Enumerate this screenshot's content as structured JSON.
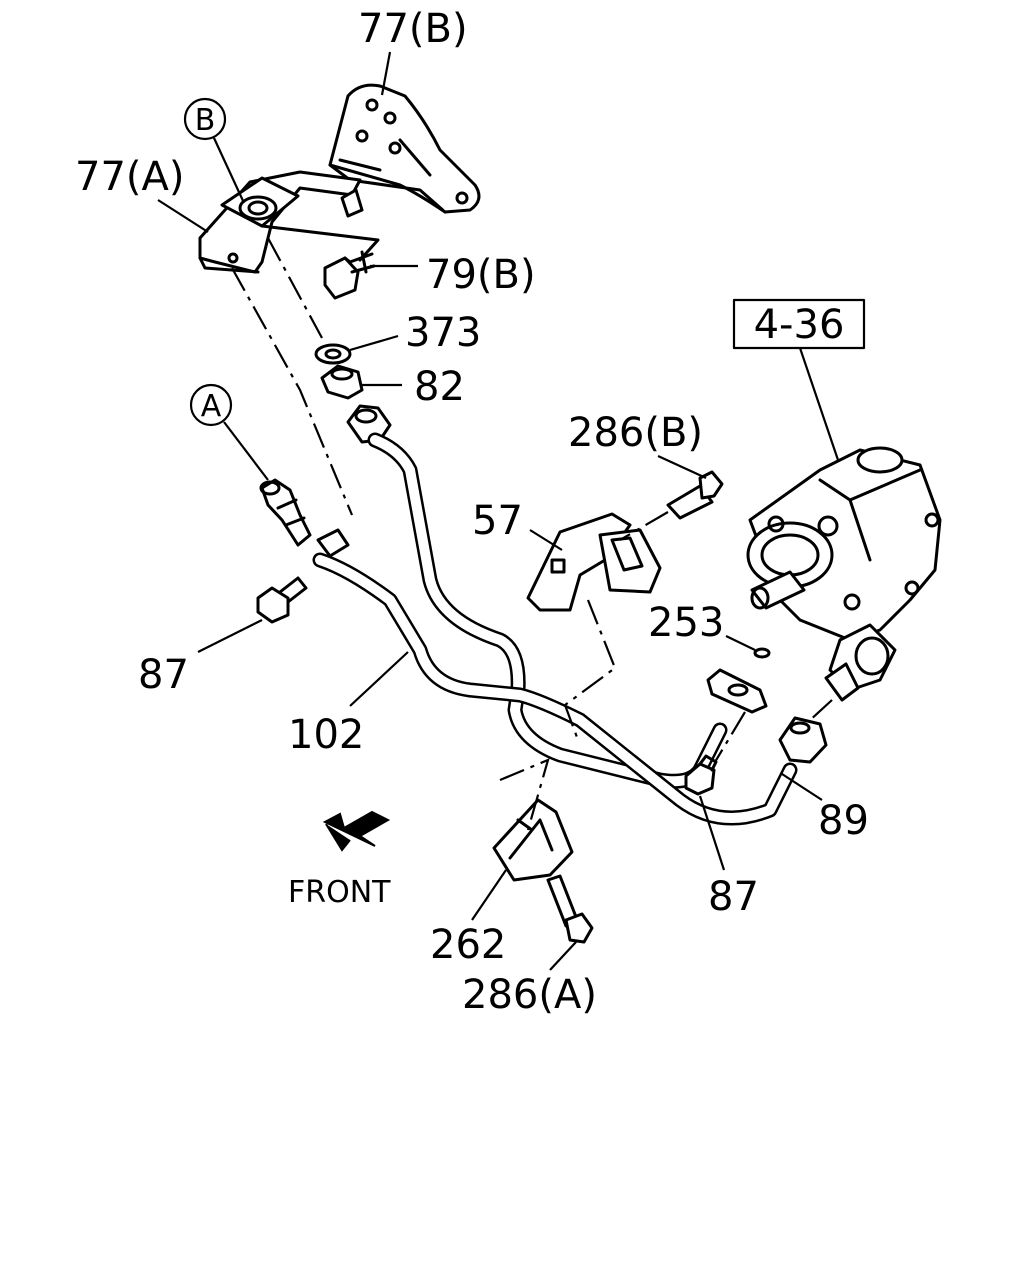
{
  "labels": {
    "bracket_77b": "77(B)",
    "bracket_77a": "77(A)",
    "ref_b": "B",
    "ref_a": "A",
    "bolt_79b": "79(B)",
    "washer_373": "373",
    "nut_82": "82",
    "bolt_286b": "286(B)",
    "clamp_57": "57",
    "ref_box": "4-36",
    "oring_253": "253",
    "bolt_87_left": "87",
    "pipe_102": "102",
    "hose_89": "89",
    "bolt_87_right": "87",
    "clip_262": "262",
    "bolt_286a": "286(A)",
    "front": "FRONT"
  }
}
